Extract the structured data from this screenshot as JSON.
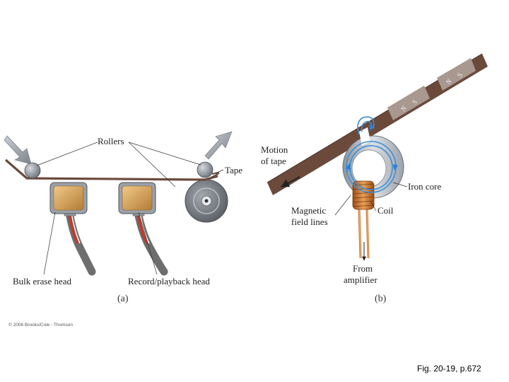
{
  "panel_a": {
    "label_rollers": "Rollers",
    "label_tape": "Tape",
    "label_bulk_erase_head": "Bulk erase head",
    "label_record_playback_head": "Record/playback head",
    "caption": "(a)"
  },
  "panel_b": {
    "label_motion_line1": "Motion",
    "label_motion_line2": "of tape",
    "label_iron_core": "Iron core",
    "label_magnetic_line1": "Magnetic",
    "label_magnetic_line2": "field lines",
    "label_coil": "Coil",
    "label_from_line1": "From",
    "label_from_line2": "amplifier",
    "caption": "(b)",
    "pole_n": "N",
    "pole_s": "S"
  },
  "footer": {
    "copyright": "© 2006 Brooks/Cole - Thomson",
    "figure_ref": "Fig. 20-19, p.672"
  },
  "colors": {
    "tape": "#6b4a3c",
    "arrow": "#9aa0a8",
    "head_face": "#d9a85a",
    "field_lines": "#3a8fd9",
    "coil": "#c9742e",
    "iron_core": "#b9bec6",
    "wire_red": "#c23a2a",
    "cable": "#6e6e6e"
  }
}
